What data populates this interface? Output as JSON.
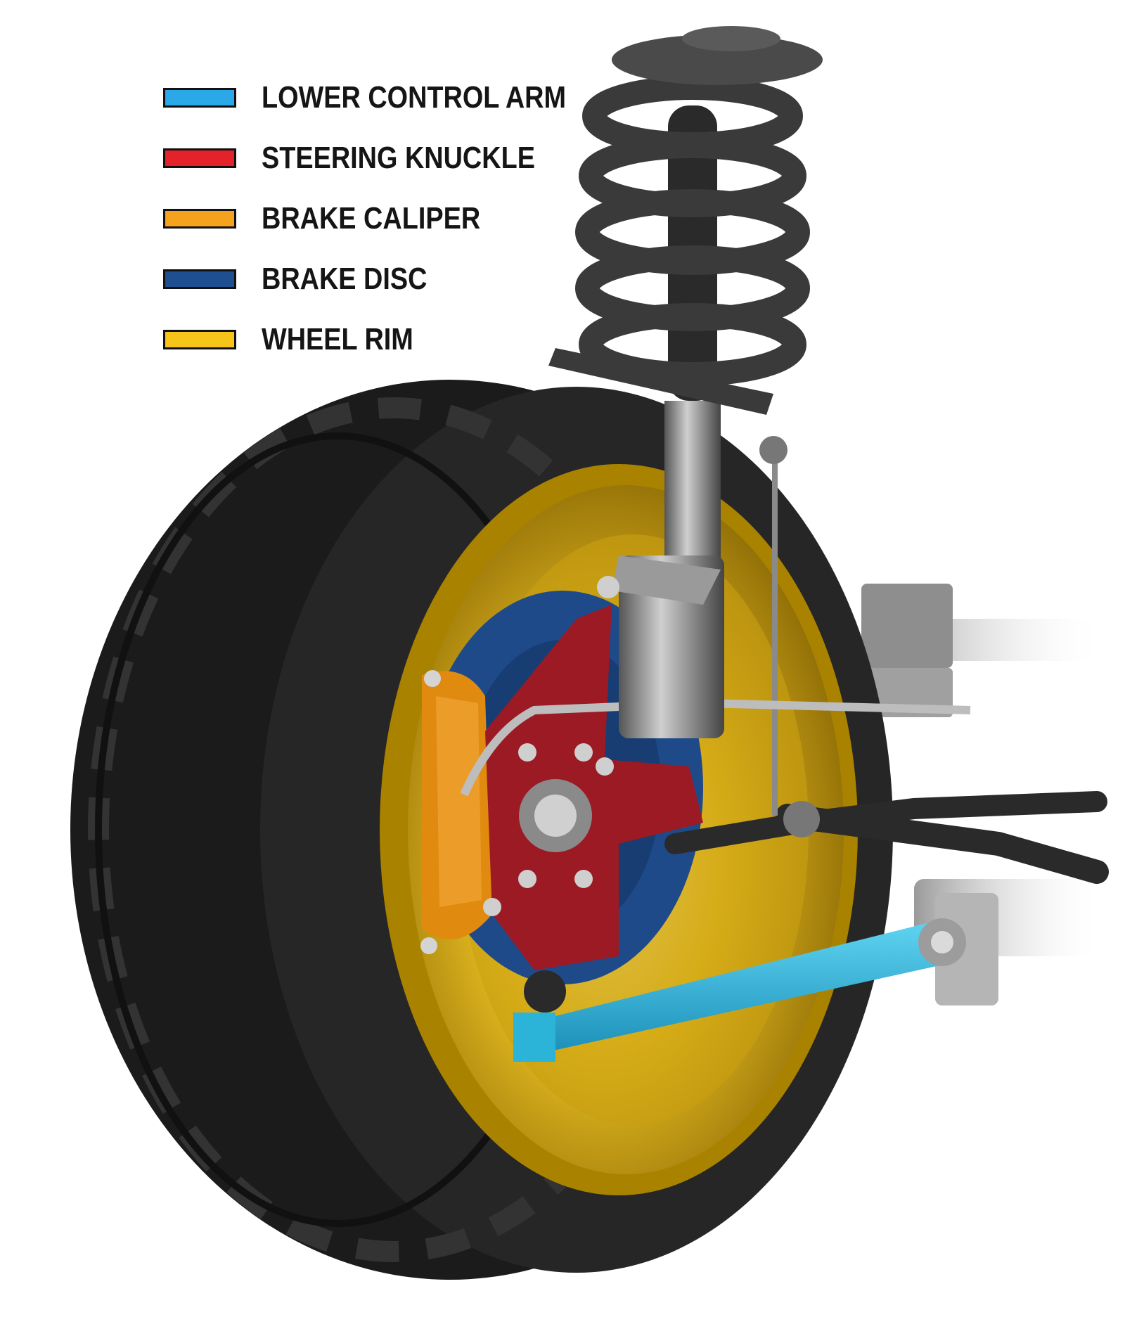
{
  "legend": {
    "items": [
      {
        "label": "LOWER CONTROL ARM",
        "color": "#2aa8e8"
      },
      {
        "label": "STEERING KNUCKLE",
        "color": "#e4222a"
      },
      {
        "label": "BRAKE CALIPER",
        "color": "#f5a21c"
      },
      {
        "label": "BRAKE DISC",
        "color": "#1d4f91"
      },
      {
        "label": "WHEEL RIM",
        "color": "#f7c51a"
      }
    ]
  },
  "illustration": {
    "parts": {
      "tire": "#1b1b1b",
      "wheel_rim": "#d6a90a",
      "brake_disc": "#1f4a8a",
      "brake_caliper": "#e08a10",
      "steering_knuckle": "#9b1a24",
      "lower_control_arm": "#2bb3d8",
      "strut_and_spring": "#6f6f6f"
    }
  }
}
